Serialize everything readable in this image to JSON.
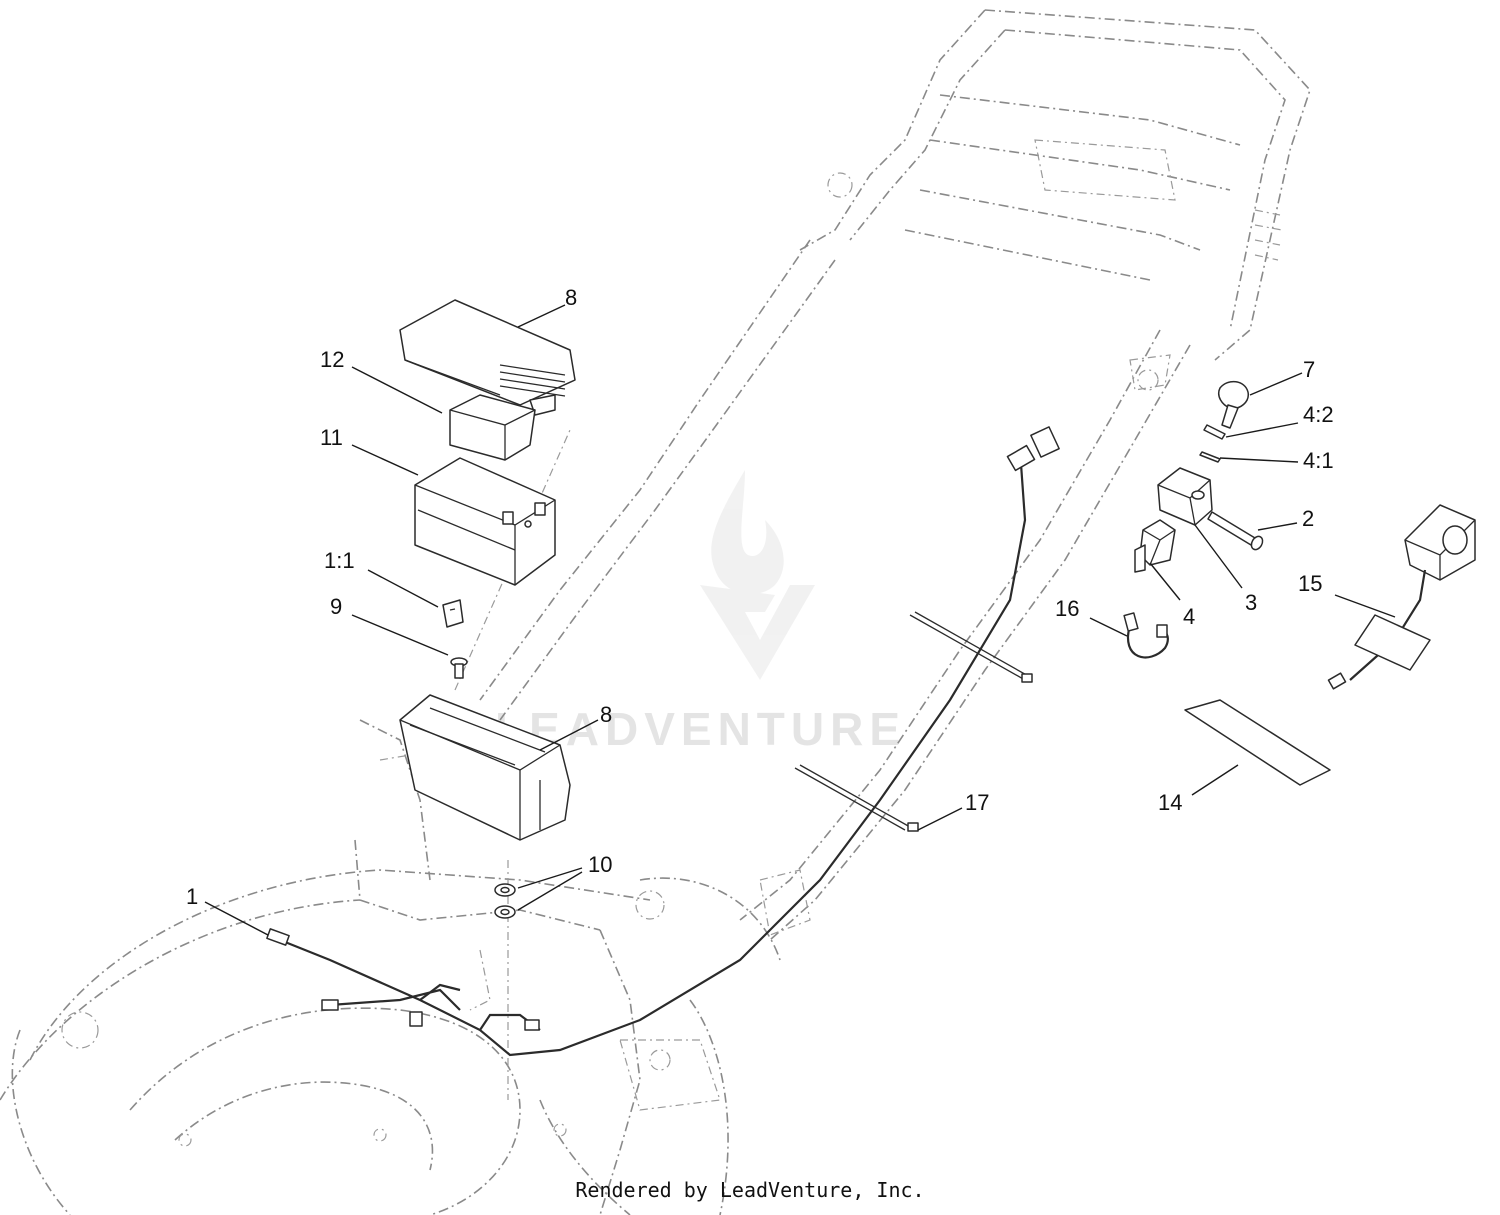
{
  "diagram": {
    "callouts": [
      {
        "id": "c-8a",
        "label": "8"
      },
      {
        "id": "c-12",
        "label": "12"
      },
      {
        "id": "c-11",
        "label": "11"
      },
      {
        "id": "c-1-1",
        "label": "1:1"
      },
      {
        "id": "c-9",
        "label": "9"
      },
      {
        "id": "c-8b",
        "label": "8"
      },
      {
        "id": "c-10",
        "label": "10"
      },
      {
        "id": "c-1",
        "label": "1"
      },
      {
        "id": "c-17",
        "label": "17"
      },
      {
        "id": "c-16",
        "label": "16"
      },
      {
        "id": "c-4",
        "label": "4"
      },
      {
        "id": "c-3",
        "label": "3"
      },
      {
        "id": "c-2",
        "label": "2"
      },
      {
        "id": "c-4-1",
        "label": "4:1"
      },
      {
        "id": "c-4-2",
        "label": "4:2"
      },
      {
        "id": "c-7",
        "label": "7"
      },
      {
        "id": "c-15",
        "label": "15"
      },
      {
        "id": "c-14",
        "label": "14"
      }
    ],
    "watermark": "LEADVENTURE",
    "credit": "Rendered by LeadVenture, Inc."
  }
}
